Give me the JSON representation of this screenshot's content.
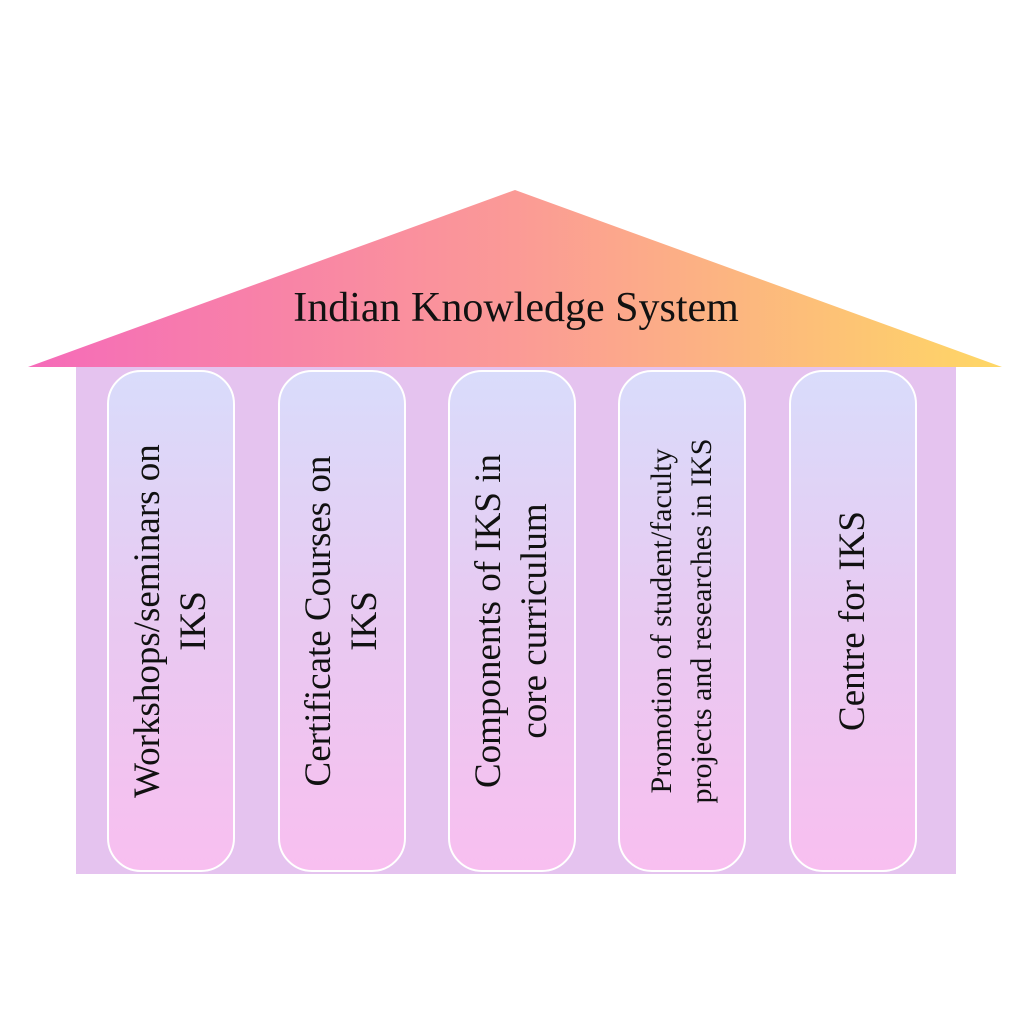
{
  "title": "Indian Knowledge System",
  "colors": {
    "roof_left": "#f56bb9",
    "roof_mid": "#fb9a96",
    "roof_right": "#fed765",
    "body": "#e5c3ef",
    "pillar_top": "#d9dcfb",
    "pillar_bottom": "#f8bff0"
  },
  "pillars": [
    {
      "line1": "Workshops/seminars on",
      "line2": "IKS"
    },
    {
      "line1": "Certificate Courses on",
      "line2": "IKS"
    },
    {
      "line1": "Components of IKS in",
      "line2": "core curriculum"
    },
    {
      "line1": "Promotion of student/faculty",
      "line2": "projects and researches in IKS"
    },
    {
      "line1": "Centre for IKS",
      "line2": ""
    }
  ]
}
